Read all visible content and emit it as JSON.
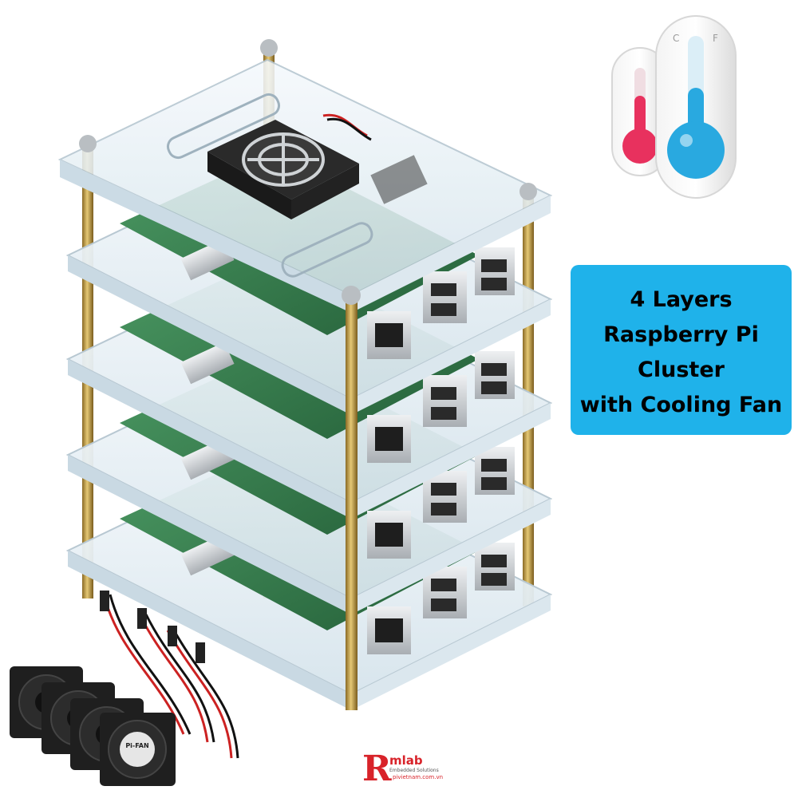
{
  "callout": {
    "lines": [
      "4 Layers",
      "Raspberry Pi",
      "Cluster",
      "with Cooling Fan"
    ],
    "background": "#1fb2ea"
  },
  "logo": {
    "mark": "R",
    "name": "mlab",
    "tagline": "Embedded Solutions",
    "url": "pivietnam.com.vn",
    "color": "#d8232a"
  },
  "thermometer": {
    "back_color": "#e8315e",
    "front_color": "#29a9e0",
    "scale_left": "C",
    "scale_right": "F"
  },
  "fan_label": "Pi-FAN",
  "colors": {
    "acrylic": "#e9f2f7",
    "standoff": "#c8a24a",
    "board": "#2f7d4a",
    "connector": "#c9cdd1"
  }
}
